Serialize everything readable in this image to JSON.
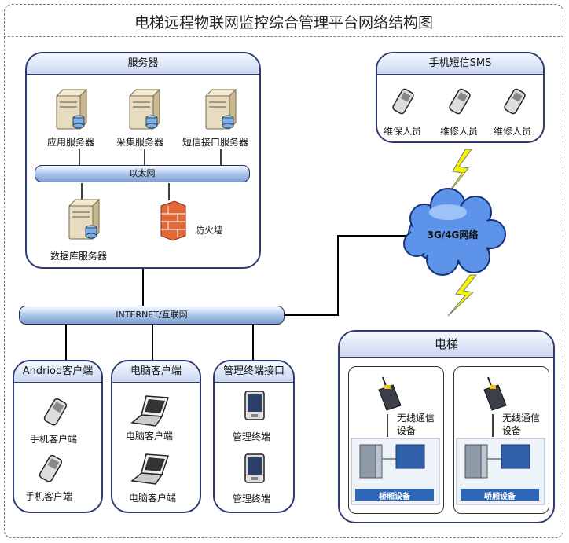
{
  "title": "电梯远程物联网监控综合管理平台网络结构图",
  "servers": {
    "header": "服务器",
    "app_server": "应用服务器",
    "collect_server": "采集服务器",
    "sms_server": "短信接口服务器",
    "ethernet": "以太网",
    "db_server": "数据库服务器",
    "firewall": "防火墙"
  },
  "sms": {
    "header": "手机短信SMS",
    "person1": "维保人员",
    "person2": "维修人员",
    "person3": "维修人员"
  },
  "cloud_label": "3G/4G网络",
  "internet": "INTERNET/互联网",
  "android": {
    "header": "Andriod客户端",
    "client1": "手机客户端",
    "client2": "手机客户端"
  },
  "pc": {
    "header": "电脑客户端",
    "client1": "电脑客户端",
    "client2": "电脑客户端"
  },
  "terminal": {
    "header": "管理终端接口",
    "t1": "管理终端",
    "t2": "管理终端"
  },
  "elevator": {
    "header": "电梯",
    "wireless1": "无线通信设备",
    "wireless2": "无线通信设备",
    "device_label": "轿厢设备"
  }
}
